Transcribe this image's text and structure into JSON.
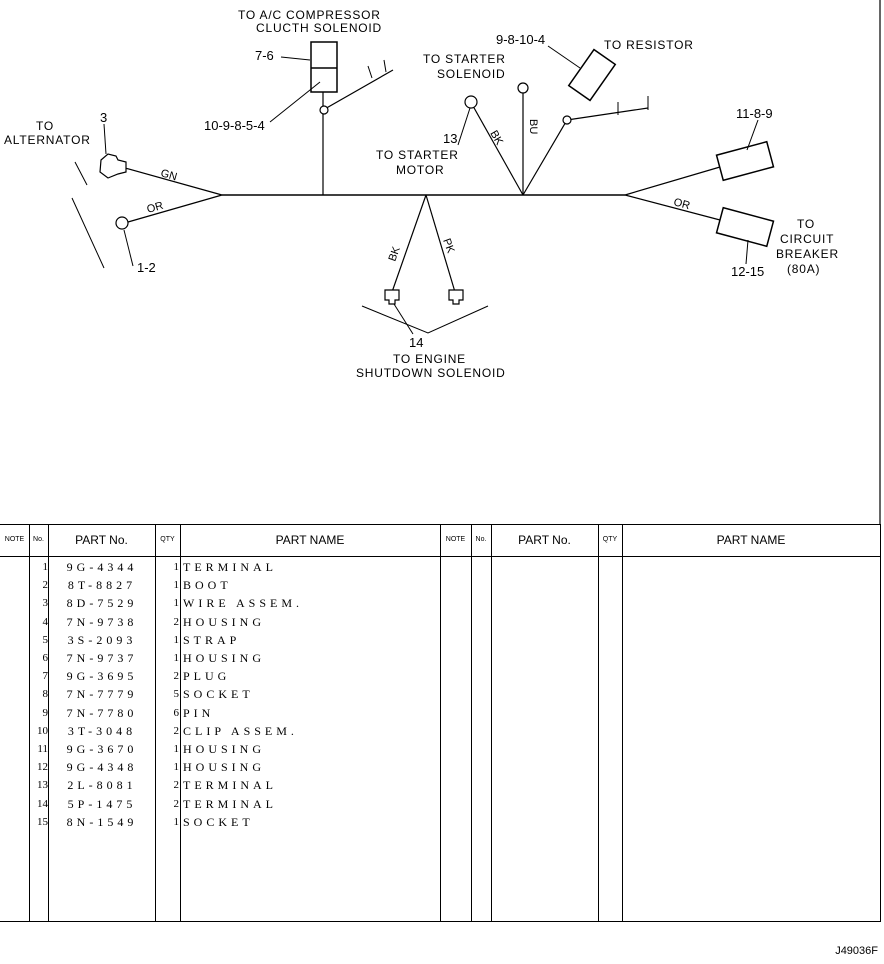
{
  "diagram": {
    "labels": {
      "to_ac_compressor_1": "TO A/C COMPRESSOR",
      "to_ac_compressor_2": "CLUCTH SOLENOID",
      "to_alternator_1": "TO",
      "to_alternator_2": "ALTERNATOR",
      "to_starter_solenoid_1": "TO STARTER",
      "to_starter_solenoid_2": "SOLENOID",
      "to_starter_motor_1": "TO STARTER",
      "to_starter_motor_2": "MOTOR",
      "to_resistor": "TO RESISTOR",
      "to_circuit_breaker_1": "TO",
      "to_circuit_breaker_2": "CIRCUIT",
      "to_circuit_breaker_3": "BREAKER",
      "to_circuit_breaker_4": "(80A)",
      "to_engine_shutdown_1": "TO ENGINE",
      "to_engine_shutdown_2": "SHUTDOWN SOLENOID"
    },
    "callouts": {
      "c_3": "3",
      "c_1_2": "1-2",
      "c_7_6": "7-6",
      "c_10_9_8_5_4": "10-9-8-5-4",
      "c_13": "13",
      "c_9_8_10_4": "9-8-10-4",
      "c_11_8_9": "11-8-9",
      "c_12_15": "12-15",
      "c_14": "14"
    },
    "wire_colors": {
      "gn": "GN",
      "or_left": "OR",
      "bk_starter": "BK",
      "bu": "BU",
      "bk_shutdown": "BK",
      "pk": "PK",
      "or_right": "OR"
    }
  },
  "table": {
    "headers": {
      "note": "NOTE",
      "no": "No.",
      "part_no": "PART No.",
      "qty": "QTY",
      "part_name": "PART NAME",
      "note_2": "NOTE",
      "no_2": "No.",
      "part_no_2": "PART No.",
      "qty_2": "QTY",
      "part_name_2": "PART NAME"
    },
    "rows": [
      {
        "no": "1",
        "part_no": "9G-4344",
        "qty": "1",
        "name": "TERMINAL"
      },
      {
        "no": "2",
        "part_no": "8T-8827",
        "qty": "1",
        "name": "BOOT"
      },
      {
        "no": "3",
        "part_no": "8D-7529",
        "qty": "1",
        "name": "WIRE ASSEM."
      },
      {
        "no": "4",
        "part_no": "7N-9738",
        "qty": "2",
        "name": "HOUSING"
      },
      {
        "no": "5",
        "part_no": "3S-2093",
        "qty": "1",
        "name": "STRAP"
      },
      {
        "no": "6",
        "part_no": "7N-9737",
        "qty": "1",
        "name": "HOUSING"
      },
      {
        "no": "7",
        "part_no": "9G-3695",
        "qty": "2",
        "name": "PLUG"
      },
      {
        "no": "8",
        "part_no": "7N-7779",
        "qty": "5",
        "name": "SOCKET"
      },
      {
        "no": "9",
        "part_no": "7N-7780",
        "qty": "6",
        "name": "PIN"
      },
      {
        "no": "10",
        "part_no": "3T-3048",
        "qty": "2",
        "name": "CLIP ASSEM."
      },
      {
        "no": "11",
        "part_no": "9G-3670",
        "qty": "1",
        "name": "HOUSING"
      },
      {
        "no": "12",
        "part_no": "9G-4348",
        "qty": "1",
        "name": "HOUSING"
      },
      {
        "no": "13",
        "part_no": "2L-8081",
        "qty": "2",
        "name": "TERMINAL"
      },
      {
        "no": "14",
        "part_no": "5P-1475",
        "qty": "2",
        "name": "TERMINAL"
      },
      {
        "no": "15",
        "part_no": "8N-1549",
        "qty": "1",
        "name": "SOCKET"
      }
    ]
  },
  "reference_code": "J49036F"
}
